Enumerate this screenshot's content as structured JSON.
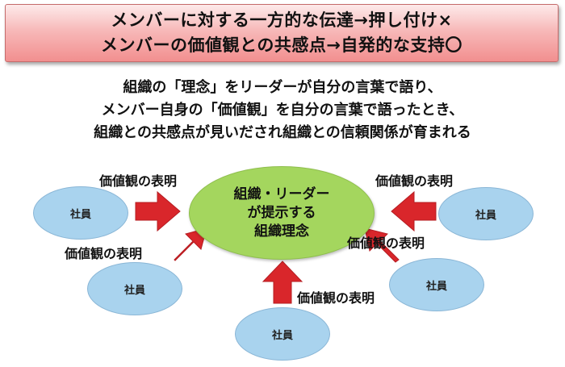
{
  "banner": {
    "line1": "メンバーに対する一方的な伝達→押し付け×",
    "line2": "メンバーの価値観との共感点→自発的な支持〇"
  },
  "statement": {
    "line1": "組織の「理念」をリーダーが自分の言葉で語り、",
    "line2": "メンバー自身の「価値観」を自分の言葉で語ったとき、",
    "line3": "組織との共感点が見いだされ組織との信頼関係が育まれる"
  },
  "center": {
    "line1": "組織・リーダー",
    "line2": "が提示する",
    "line3": "組織理念"
  },
  "members": [
    {
      "label": "社員",
      "caption": "価値観の表明"
    },
    {
      "label": "社員",
      "caption": "価値観の表明"
    },
    {
      "label": "社員",
      "caption": "価値観の表明"
    },
    {
      "label": "社員",
      "caption": "価値観の表明"
    },
    {
      "label": "社員",
      "caption": "価値観の表明"
    }
  ],
  "colors": {
    "banner_fill": "#f7b9b9",
    "center_fill": "#a4d65e",
    "member_fill": "#a9d3ee",
    "arrow_fill": "#d9262b"
  }
}
